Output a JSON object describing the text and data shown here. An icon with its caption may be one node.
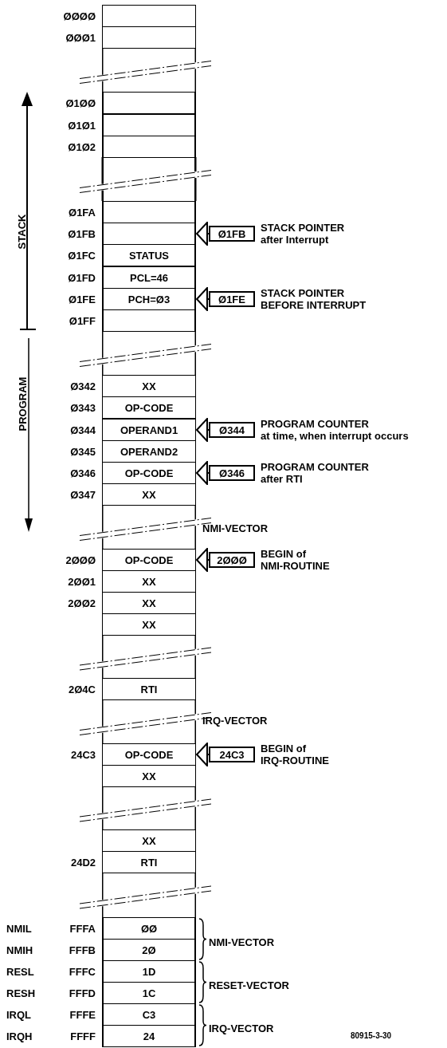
{
  "diagram": {
    "nodes": [
      {
        "text": [],
        "shape": "box",
        "beside": [
          "ØØØØ"
        ]
      },
      {
        "text": [],
        "shape": "box",
        "beside": [
          "ØØØ1"
        ]
      },
      {
        "text": [],
        "shape": "box",
        "beside": [
          "Ø1ØØ"
        ]
      },
      {
        "text": [],
        "shape": "box",
        "beside": [
          "Ø1Ø1"
        ]
      },
      {
        "text": [],
        "shape": "box",
        "beside": [
          "Ø1Ø2"
        ]
      },
      {
        "text": [],
        "shape": "box",
        "beside": [
          "Ø1FA"
        ]
      },
      {
        "text": [],
        "shape": "box",
        "beside": [
          "Ø1FB"
        ]
      },
      {
        "text": [
          "STATUS"
        ],
        "beside": [
          "Ø1FC"
        ]
      },
      {
        "text": [
          "PCL=46"
        ],
        "beside": [
          "Ø1FD"
        ]
      },
      {
        "text": [
          "PCH=Ø3"
        ],
        "beside": [
          "Ø1FE"
        ]
      },
      {
        "text": [],
        "shape": "box",
        "beside": [
          "Ø1FF"
        ]
      },
      {
        "text": [
          "XX"
        ],
        "beside": [
          "Ø342"
        ]
      },
      {
        "text": [
          "OP-CODE"
        ],
        "beside": [
          "Ø343"
        ]
      },
      {
        "text": [
          "OPERAND1"
        ],
        "beside": [
          "Ø344"
        ]
      },
      {
        "text": [
          "OPERAND2"
        ],
        "beside": [
          "Ø345"
        ]
      },
      {
        "text": [
          "OP-CODE"
        ],
        "beside": [
          "Ø346"
        ]
      },
      {
        "text": [
          "XX"
        ],
        "beside": [
          "Ø347"
        ]
      },
      {
        "text": [
          "OP-CODE"
        ],
        "beside": [
          "2ØØØ"
        ]
      },
      {
        "text": [
          "XX"
        ],
        "beside": [
          "2ØØ1"
        ]
      },
      {
        "text": [
          "XX"
        ],
        "beside": [
          "2ØØ2"
        ]
      },
      {
        "text": [
          "XX"
        ]
      },
      {
        "text": [
          "RTI"
        ],
        "beside": [
          "2Ø4C"
        ]
      },
      {
        "text": [
          "OP-CODE"
        ],
        "beside": [
          "24C3"
        ]
      },
      {
        "text": [
          "XX"
        ]
      },
      {
        "text": [
          "XX"
        ]
      },
      {
        "text": [
          "RTI"
        ],
        "beside": [
          "24D2"
        ]
      },
      {
        "text": [
          "ØØ"
        ],
        "beside": [
          "FFFA"
        ]
      },
      {
        "text": [
          "2Ø"
        ],
        "beside": [
          "FFFB"
        ]
      },
      {
        "text": [
          "1D"
        ],
        "beside": [
          "FFFC"
        ]
      },
      {
        "text": [
          "1C"
        ],
        "beside": [
          "FFFD"
        ]
      },
      {
        "text": [
          "C3"
        ],
        "beside": [
          "FFFE"
        ]
      },
      {
        "text": [
          "24"
        ],
        "beside": [
          "FFFF"
        ]
      },
      {
        "text": [
          "Ø1FB"
        ],
        "beside": [
          "STACK POINTER",
          "after Interrupt"
        ]
      },
      {
        "text": [
          "Ø1FE"
        ],
        "beside": [
          "STACK POINTER",
          "BEFORE INTERRUPT"
        ]
      },
      {
        "text": [
          "Ø344"
        ],
        "beside": [
          "PROGRAM COUNTER",
          "at time, when interrupt occurs"
        ]
      },
      {
        "text": [
          "Ø346"
        ],
        "beside": [
          "PROGRAM COUNTER",
          "after RTI"
        ]
      },
      {
        "text": [
          "2ØØØ"
        ],
        "beside": [
          "BEGIN of",
          "NMI-ROUTINE"
        ]
      },
      {
        "text": [
          "24C3"
        ],
        "beside": [
          "BEGIN of",
          "IRQ-ROUTINE"
        ]
      }
    ],
    "edges": [
      {
        "from": 32,
        "to": 6,
        "arrow": "to"
      },
      {
        "from": 33,
        "to": 9,
        "arrow": "to"
      },
      {
        "from": 34,
        "to": 13,
        "arrow": "to"
      },
      {
        "from": 35,
        "to": 15,
        "arrow": "to"
      },
      {
        "from": 36,
        "to": 17,
        "arrow": "to"
      },
      {
        "from": 37,
        "to": 22,
        "arrow": "to"
      }
    ],
    "labels": [
      "STACK",
      "PROGRAM",
      "NMI-VECTOR",
      "IRQ-VECTOR",
      "NMIL",
      "NMI-VECTOR",
      "NMIH",
      "RESL",
      "RESET-VECTOR",
      "RESH",
      "IRQL",
      "IRQ-VECTOR",
      "IRQH",
      "80915-3-30"
    ]
  }
}
